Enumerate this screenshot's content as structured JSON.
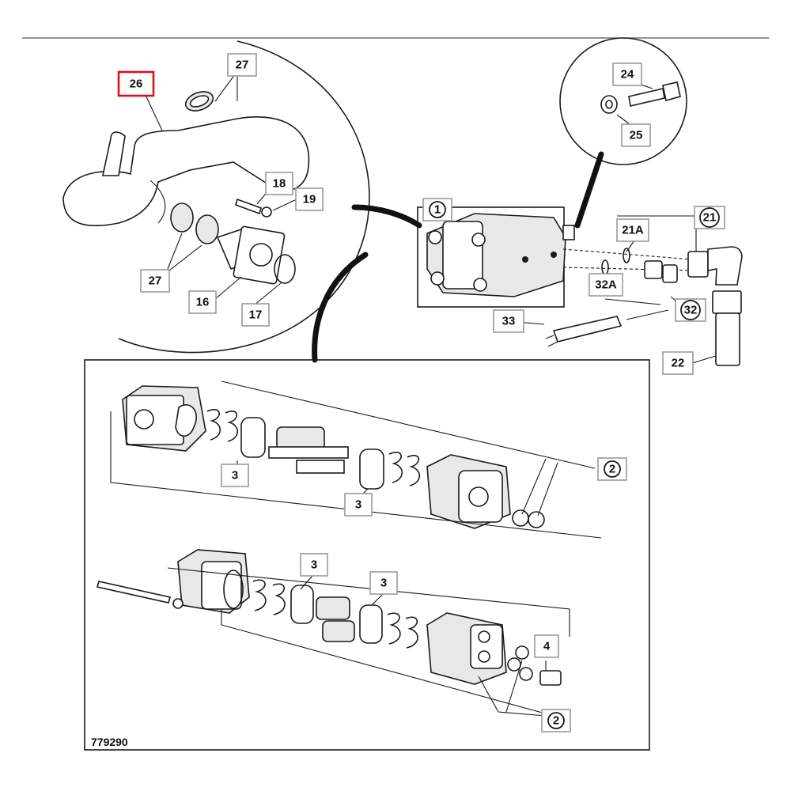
{
  "drawing_number": "779290",
  "selected_part": "26",
  "callouts": {
    "c26": "26",
    "c27a": "27",
    "c27b": "27",
    "c18": "18",
    "c19": "19",
    "c16": "16",
    "c17": "17",
    "c24": "24",
    "c25": "25",
    "c1": "1",
    "c21A": "21A",
    "c21": "21",
    "c32A": "32A",
    "c32": "32",
    "c33": "33",
    "c22": "22",
    "c2a": "2",
    "c3a": "3",
    "c3b": "3",
    "c3c": "3",
    "c3d": "3",
    "c4": "4",
    "c2b": "2"
  },
  "colors": {
    "highlight": "#d6141b",
    "line": "#1a1a1a",
    "callout_border": "#9a9a9a"
  }
}
